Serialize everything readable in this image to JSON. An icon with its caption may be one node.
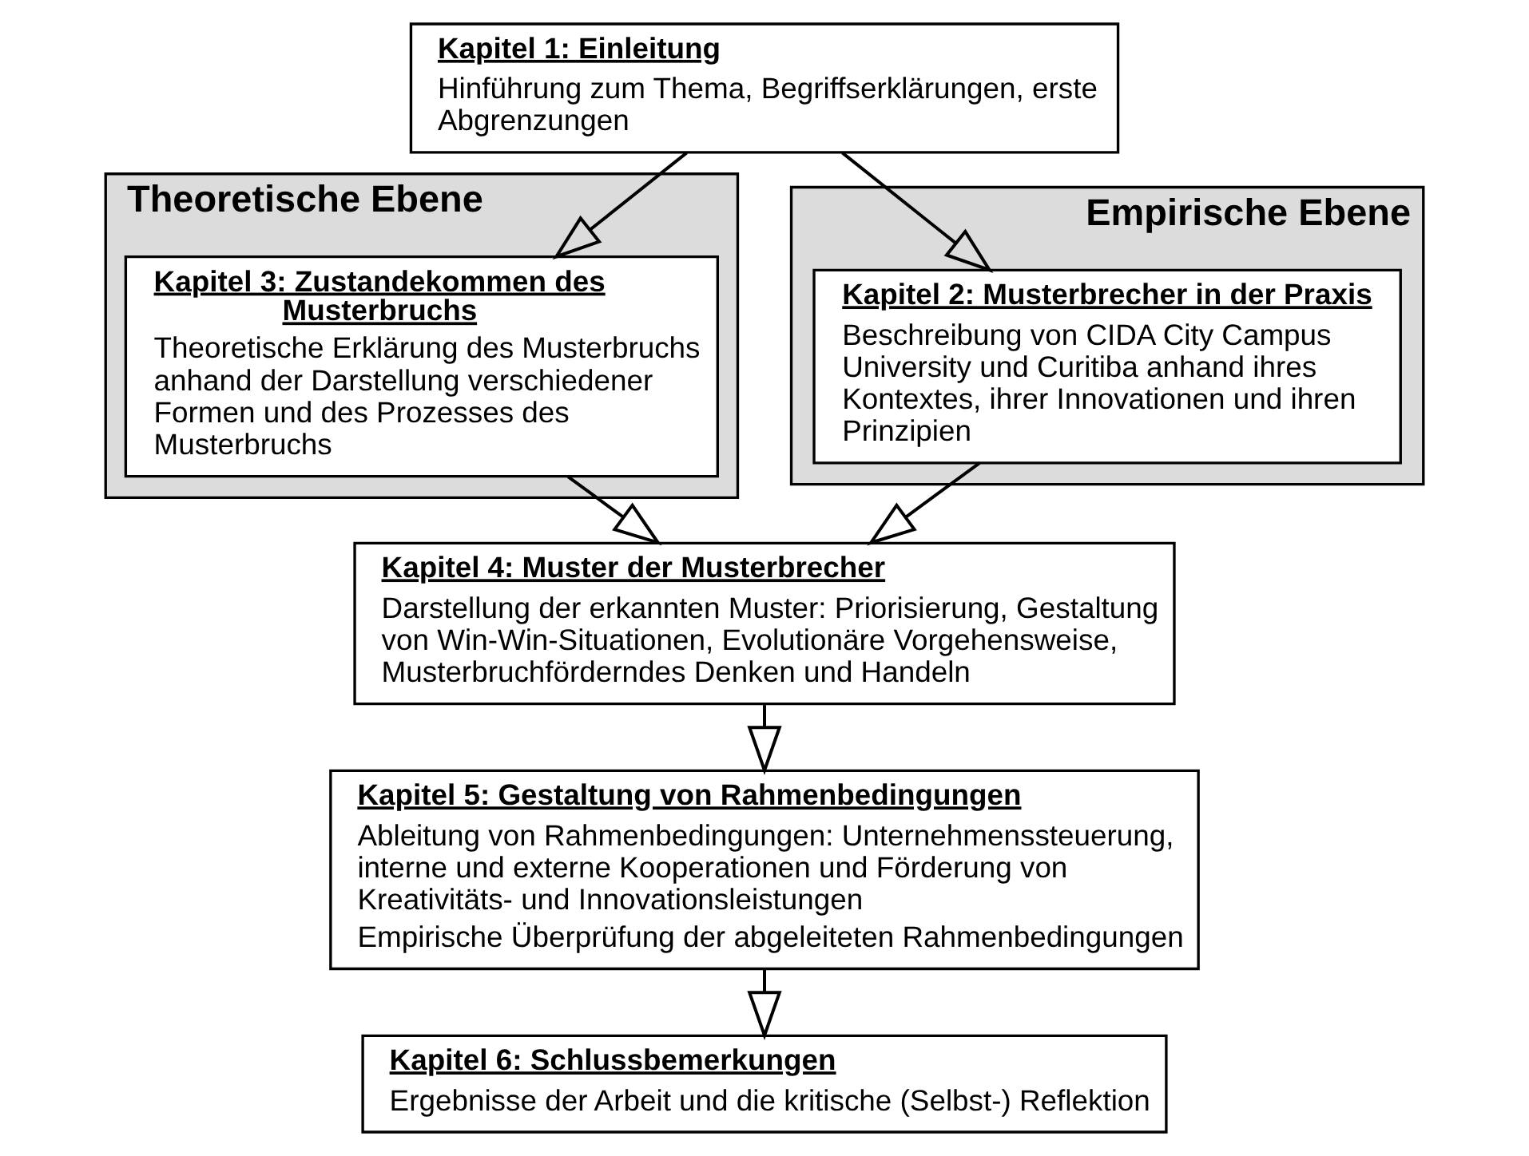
{
  "diagram": {
    "nodes": [
      {
        "text": [
          "Theoretische Ebene"
        ]
      },
      {
        "text": [
          "Empirische Ebene"
        ]
      },
      {
        "text": [
          "Kapitel 1: Einleitung",
          "Hinführung zum Thema, Begriffserklärungen, erste Abgrenzungen"
        ]
      },
      {
        "text": [
          "Kapitel 3: Zustandekommen des Musterbruchs",
          "Theoretische Erklärung des Musterbruchs anhand der Darstellung verschiedener Formen und des Prozesses des Musterbruchs"
        ],
        "in": 0
      },
      {
        "text": [
          "Kapitel 2: Musterbrecher in der Praxis",
          "Beschreibung von CIDA City Campus University und Curitiba anhand ihres Kontextes, ihrer Innovationen und ihren Prinzipien"
        ],
        "in": 1
      },
      {
        "text": [
          "Kapitel 4: Muster der Musterbrecher",
          "Darstellung der erkannten Muster: Priorisierung, Gestaltung von Win-Win-Situationen, Evolutionäre Vorgehensweise, Musterbruchförderndes Denken und Handeln"
        ]
      },
      {
        "text": [
          "Kapitel 5: Gestaltung von Rahmenbedingungen",
          "Ableitung von Rahmenbedingungen: Unternehmenssteuerung, interne und externe Kooperationen und Förderung von Kreativitäts- und Innovationsleistungen",
          "Empirische Überprüfung der abgeleiteten Rahmenbedingungen"
        ]
      },
      {
        "text": [
          "Kapitel 6: Schlussbemerkungen",
          "Ergebnisse der Arbeit und die kritische (Selbst-) Reflektion"
        ]
      }
    ],
    "edges": [
      {
        "from": 2,
        "to": 3,
        "arrow": "to"
      },
      {
        "from": 2,
        "to": 4,
        "arrow": "to"
      },
      {
        "from": 3,
        "to": 5,
        "arrow": "to"
      },
      {
        "from": 4,
        "to": 5,
        "arrow": "to"
      },
      {
        "from": 5,
        "to": 6,
        "arrow": "to"
      },
      {
        "from": 6,
        "to": 7,
        "arrow": "to"
      }
    ]
  }
}
